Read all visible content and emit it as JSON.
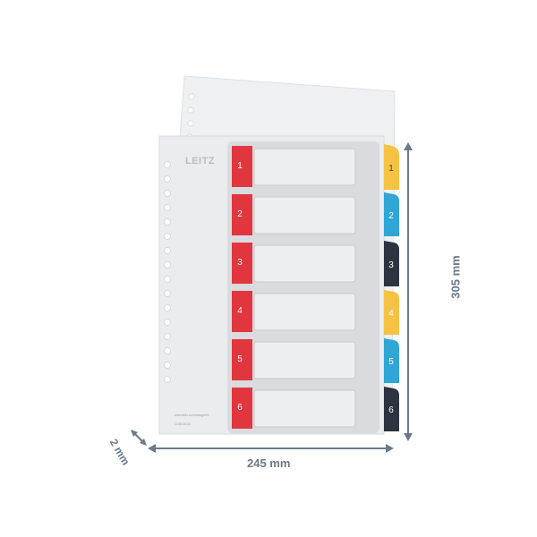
{
  "product": {
    "brand": "LEITZ",
    "footer_line1": "www.leitz.com/easyprint",
    "footer_line2": "1246-00-01"
  },
  "index_rows": [
    {
      "number": "1"
    },
    {
      "number": "2"
    },
    {
      "number": "3"
    },
    {
      "number": "4"
    },
    {
      "number": "5"
    },
    {
      "number": "6"
    }
  ],
  "side_tabs": [
    {
      "number": "1",
      "color": "#f5c244",
      "text_color": "#3b3b3b"
    },
    {
      "number": "2",
      "color": "#2fa6d6",
      "text_color": "#ffffff"
    },
    {
      "number": "3",
      "color": "#2c3440",
      "text_color": "#ffffff"
    },
    {
      "number": "4",
      "color": "#f5c244",
      "text_color": "#ffffff"
    },
    {
      "number": "5",
      "color": "#2fa6d6",
      "text_color": "#ffffff"
    },
    {
      "number": "6",
      "color": "#2c3440",
      "text_color": "#ffffff"
    }
  ],
  "dimensions": {
    "depth": "2 mm",
    "width": "245 mm",
    "height": "305 mm"
  },
  "colors": {
    "accent_red": "#e2363f",
    "dimension_gray": "#6b7a89",
    "panel_gray": "#d9dbde"
  }
}
